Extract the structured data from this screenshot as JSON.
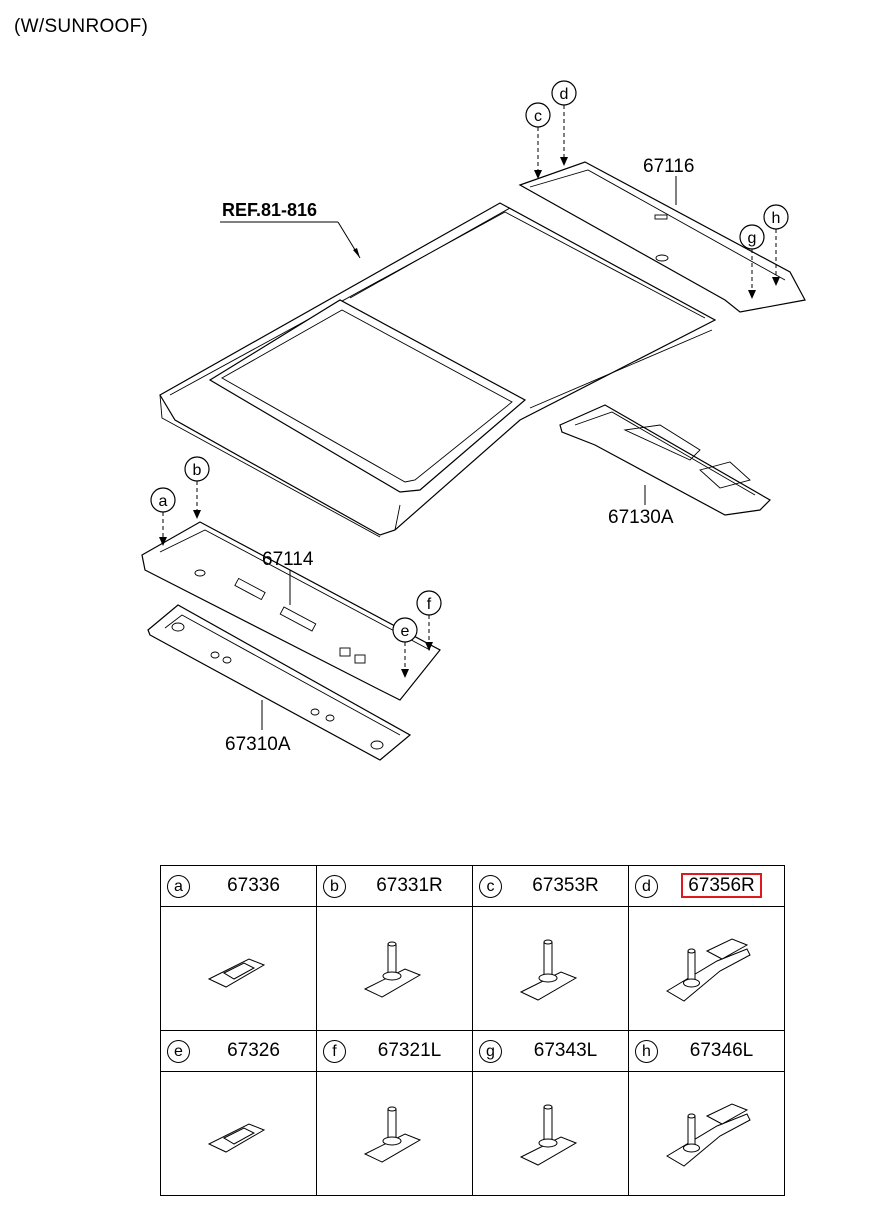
{
  "title": "(W/SUNROOF)",
  "reference": "REF.81-816",
  "part_labels": {
    "rear_rail": "67116",
    "center_bow": "67130A",
    "front_rail": "67114",
    "front_reinforcement": "67310A"
  },
  "callouts": [
    "a",
    "b",
    "c",
    "d",
    "e",
    "f",
    "g",
    "h"
  ],
  "parts_table": [
    {
      "letter": "a",
      "part_no": "67336",
      "highlighted": false,
      "icon": "clip-flat"
    },
    {
      "letter": "b",
      "part_no": "67331R",
      "highlighted": false,
      "icon": "clip-stud"
    },
    {
      "letter": "c",
      "part_no": "67353R",
      "highlighted": false,
      "icon": "clip-stud"
    },
    {
      "letter": "d",
      "part_no": "67356R",
      "highlighted": true,
      "icon": "clip-stud-bracket"
    },
    {
      "letter": "e",
      "part_no": "67326",
      "highlighted": false,
      "icon": "clip-flat"
    },
    {
      "letter": "f",
      "part_no": "67321L",
      "highlighted": false,
      "icon": "clip-stud"
    },
    {
      "letter": "g",
      "part_no": "67343L",
      "highlighted": false,
      "icon": "clip-stud"
    },
    {
      "letter": "h",
      "part_no": "67346L",
      "highlighted": false,
      "icon": "clip-stud-bracket"
    }
  ],
  "colors": {
    "highlight": "#e0191c",
    "line": "#000000"
  }
}
